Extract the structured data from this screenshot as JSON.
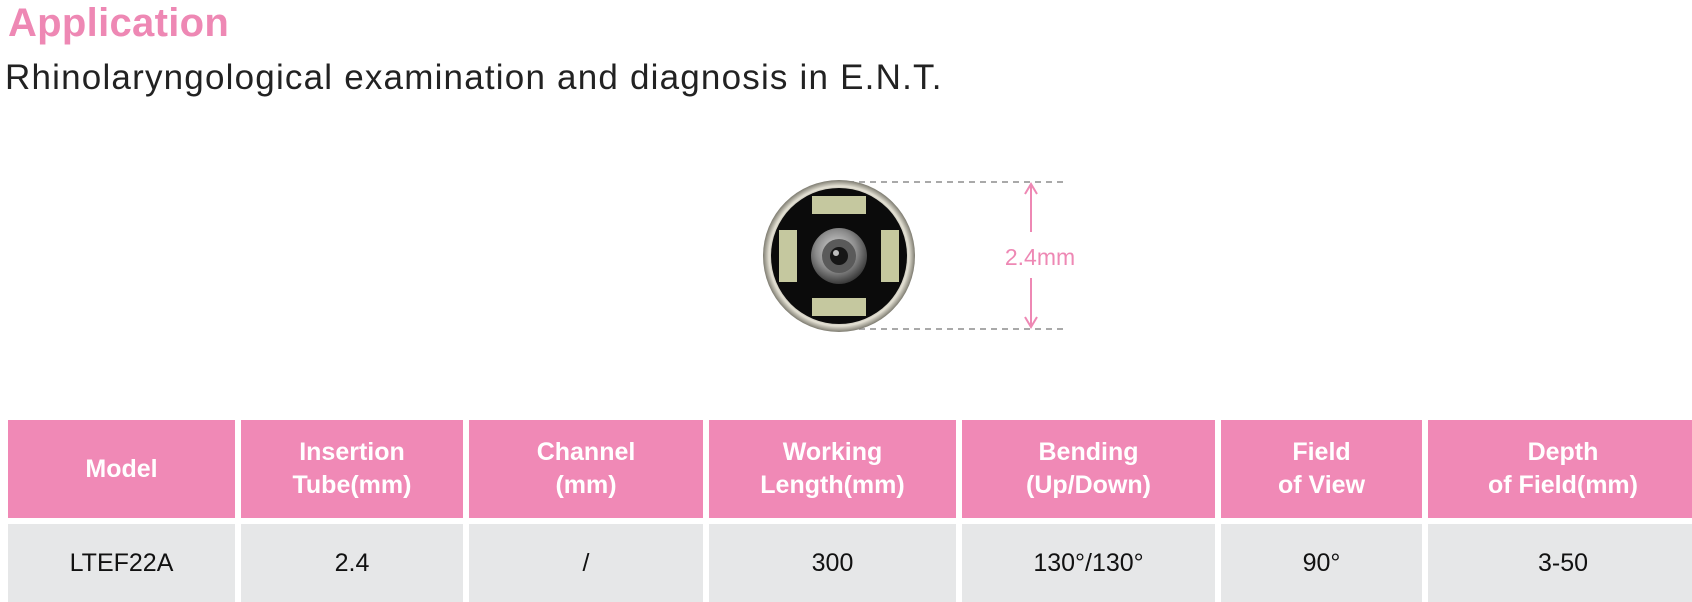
{
  "header": {
    "title": "Application",
    "subtitle": "Rhinolaryngological examination and diagnosis in E.N.T."
  },
  "diagram": {
    "dimension_label": "2.4mm",
    "icon": "endoscope-tip-icon"
  },
  "colors": {
    "accent": "#ee88b4",
    "header_fill": "#f089b6",
    "row_fill": "#e6e7e8"
  },
  "table": {
    "headers": [
      "Model",
      "Insertion\nTube(mm)",
      "Channel\n(mm)",
      "Working\nLength(mm)",
      "Bending\n(Up/Down)",
      "Field\nof View",
      "Depth\nof Field(mm)"
    ],
    "rows": [
      [
        "LTEF22A",
        "2.4",
        "/",
        "300",
        "130°/130°",
        "90°",
        "3-50"
      ]
    ]
  }
}
